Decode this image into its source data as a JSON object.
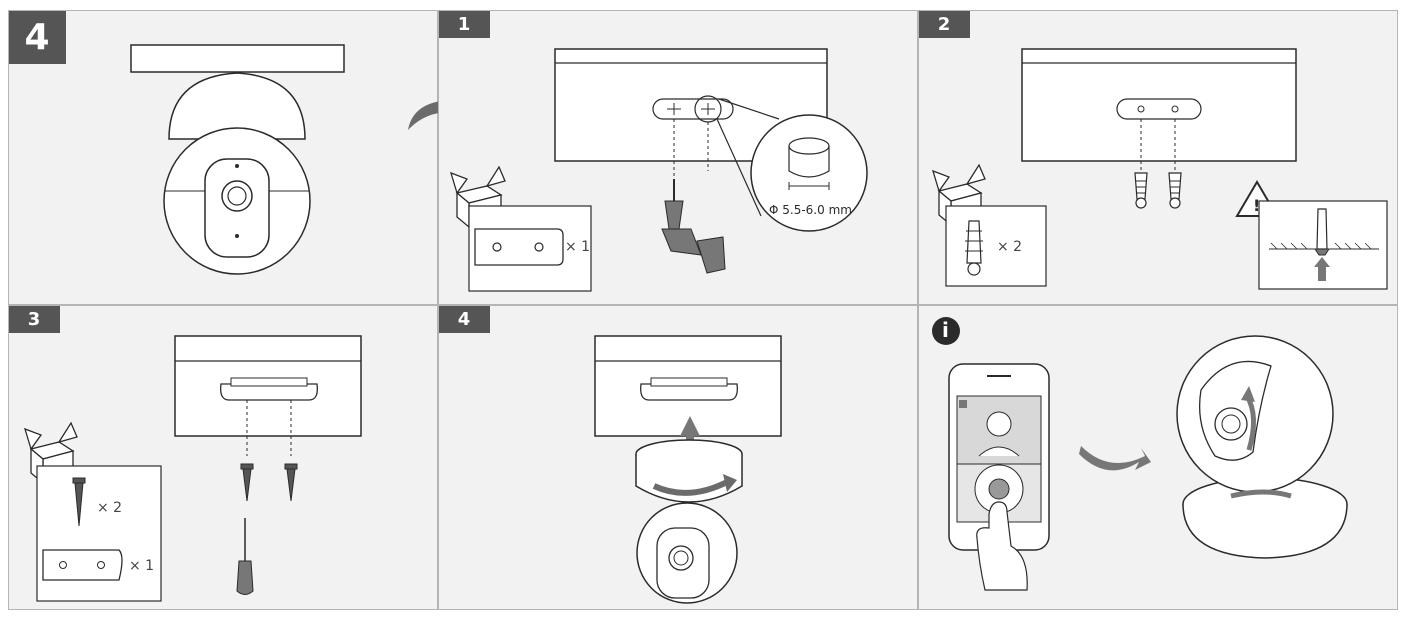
{
  "steps": {
    "main": "4",
    "drill": "1",
    "anchors": "2",
    "screws": "3",
    "mount": "4"
  },
  "drill_panel": {
    "plate_qty": "× 1",
    "hole_size": "Φ 5.5-6.0 mm"
  },
  "anchor_panel": {
    "anchor_qty": "× 2",
    "warning_symbol": "!"
  },
  "screw_panel": {
    "screw_qty": "× 2",
    "plate_qty": "× 1"
  },
  "info_panel": {
    "info_symbol": "i"
  },
  "icons": {
    "box": "open-box-icon",
    "warning": "warning-triangle-icon",
    "info": "info-circle-icon",
    "arrow": "right-arrow-icon"
  },
  "colors": {
    "badge": "#555555",
    "panel": "#f2f2f2",
    "stroke": "#2b2b2b",
    "arrow": "#6b6b6b"
  }
}
